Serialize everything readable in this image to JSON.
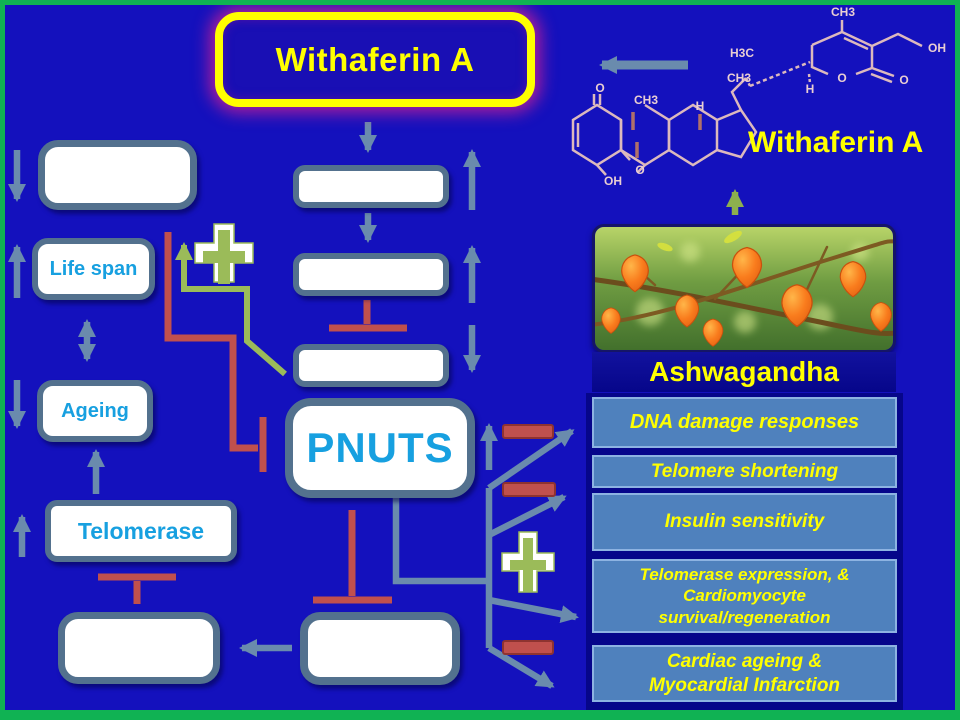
{
  "title": {
    "label": "Withaferin A"
  },
  "chemical": {
    "caption": "Withaferin A",
    "atoms": {
      "ketone_o": "O",
      "ring_a_oh": "OH",
      "epoxide_o": "O",
      "b_ch3": "CH3",
      "c_h": "H",
      "h3c": "H3C",
      "side_ch3": "CH3",
      "chain_h": "H",
      "top_ch3": "CH3",
      "lactone_o": "O",
      "carbonyl_o": "O",
      "hydroxymethyl_oh": "OH"
    }
  },
  "ashwagandha": {
    "caption": "Ashwagandha"
  },
  "left_column": {
    "life_span": "Life span",
    "ageing": "Ageing",
    "telomerase": "Telomerase"
  },
  "center": {
    "pnuts": "PNUTS"
  },
  "right_column": {
    "box1": "DNA damage responses",
    "box2": "Telomere shortening",
    "box3": "Insulin sensitivity",
    "box4": "Telomerase expression, &\nCardiomyocyte\nsurvival/regeneration",
    "box5": "Cardiac ageing &\nMyocardial Infarction"
  },
  "colors": {
    "background": "#1411bd",
    "slide_border": "#10b253",
    "steel_border": "#53718e",
    "arrow_blue": "#6a8bad",
    "inhibition_red": "#c0504d",
    "activation_olive": "#9bbb59",
    "accent_yellow": "#ffff00",
    "label_cyan": "#17a0e0",
    "panel_navy": "#06068a",
    "effect_box_blue": "#4f81bd"
  }
}
